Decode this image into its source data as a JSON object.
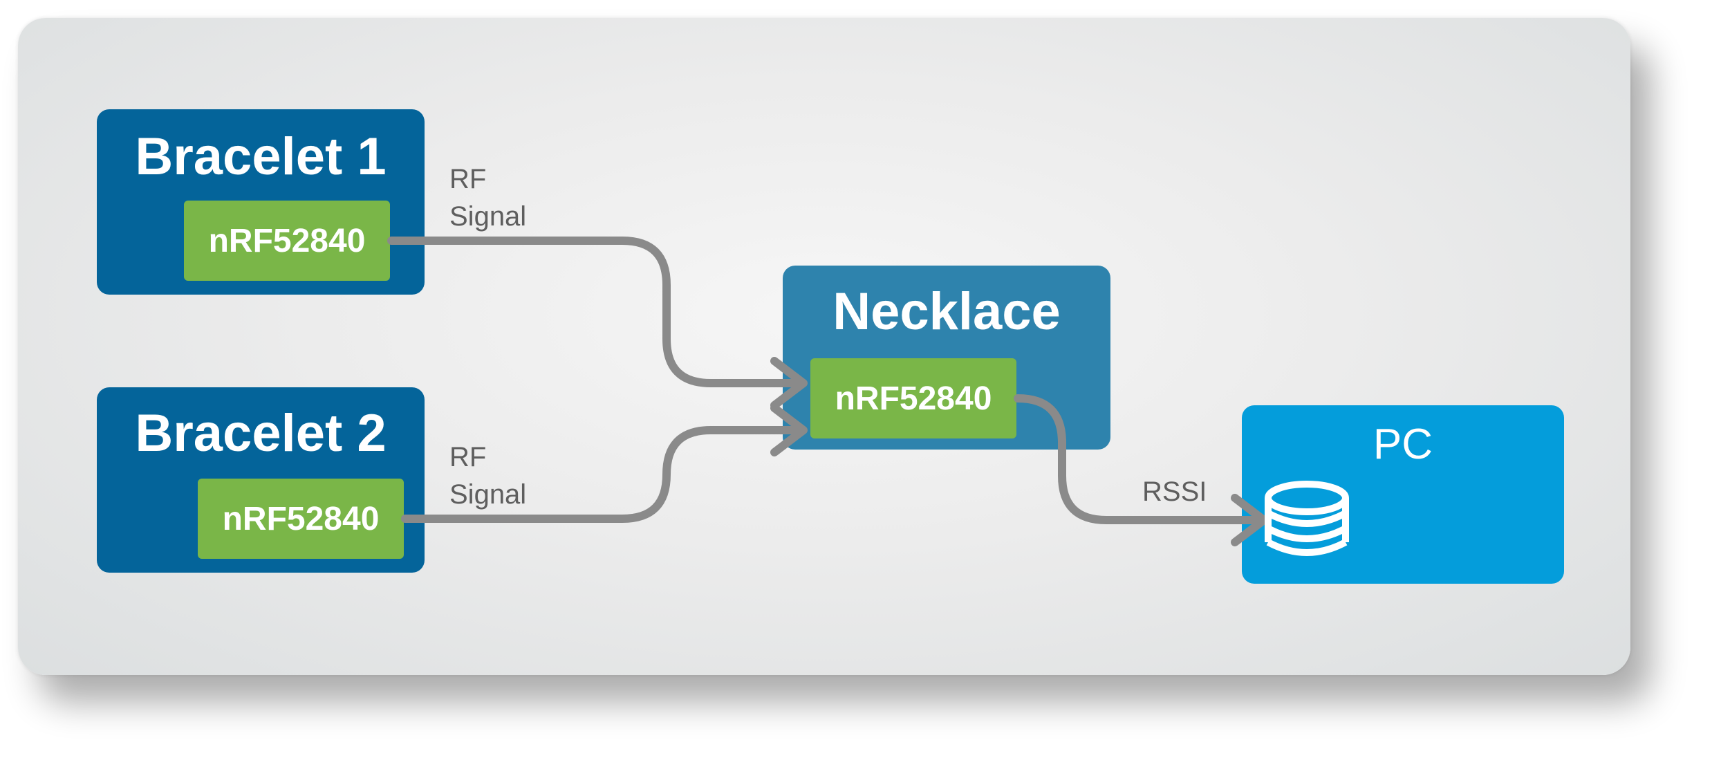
{
  "nodes": {
    "bracelet1": {
      "title": "Bracelet 1",
      "chip": "nRF52840"
    },
    "bracelet2": {
      "title": "Bracelet 2",
      "chip": "nRF52840"
    },
    "necklace": {
      "title": "Necklace",
      "chip": "nRF52840"
    },
    "pc": {
      "title": "PC",
      "icon": "database-icon"
    }
  },
  "edges": {
    "bracelet1_to_necklace": {
      "label_line1": "RF",
      "label_line2": "Signal"
    },
    "bracelet2_to_necklace": {
      "label_line1": "RF",
      "label_line2": "Signal"
    },
    "necklace_to_pc": {
      "label": "RSSI"
    }
  },
  "colors": {
    "bracelet": "#04649a",
    "necklace": "#2e83ad",
    "pc": "#049ddb",
    "chip": "#7ab648",
    "wire": "#8a8a8a",
    "label": "#5e5e5e"
  }
}
